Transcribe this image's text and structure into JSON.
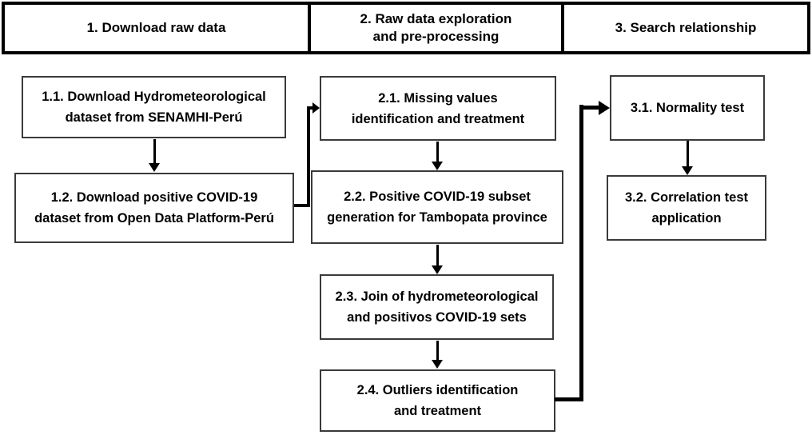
{
  "header": {
    "phases": [
      {
        "lines": [
          "1. Download raw data"
        ]
      },
      {
        "lines": [
          "2. Raw data exploration",
          "and pre-processing"
        ]
      },
      {
        "lines": [
          "3. Search relationship"
        ]
      }
    ]
  },
  "boxes": {
    "b11": {
      "lines": [
        "1.1. Download Hydrometeorological",
        "dataset from SENAMHI-Perú"
      ]
    },
    "b12": {
      "lines": [
        "1.2. Download positive COVID-19",
        "dataset from Open Data Platform-Perú"
      ]
    },
    "b21": {
      "lines": [
        "2.1. Missing values",
        "identification and treatment"
      ]
    },
    "b22": {
      "lines": [
        "2.2. Positive COVID-19 subset",
        "generation for Tambopata province"
      ]
    },
    "b23": {
      "lines": [
        "2.3. Join of hydrometeorological",
        "and positivos COVID-19 sets"
      ]
    },
    "b24": {
      "lines": [
        "2.4. Outliers identification",
        "and treatment"
      ]
    },
    "b31": {
      "lines": [
        "3.1. Normality test"
      ]
    },
    "b32": {
      "lines": [
        "3.2. Correlation test",
        "application"
      ]
    }
  },
  "colors": {
    "background": "#ffffff",
    "text": "#000000",
    "header_border": "#000000",
    "box_border": "#3a3a3a",
    "connector": "#000000"
  }
}
